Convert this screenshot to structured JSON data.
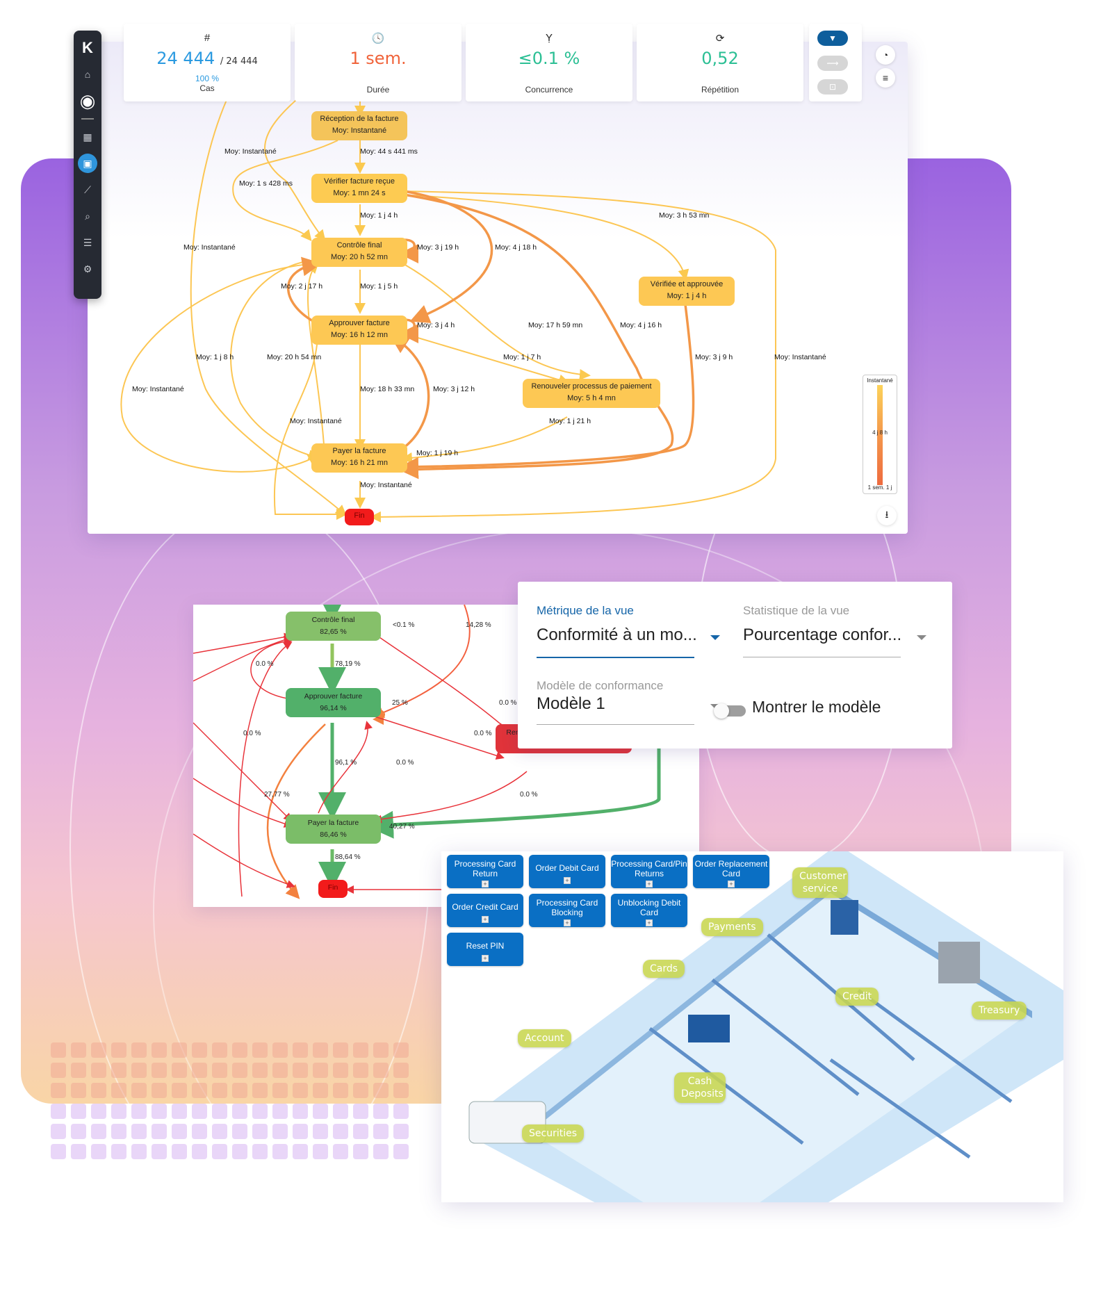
{
  "sidebar": {
    "logo": "K",
    "items": [
      {
        "icon": "tag-icon",
        "glyph": "⌂"
      },
      {
        "icon": "user-avatar-icon",
        "glyph": "◉"
      },
      {
        "icon": "dashboard-grid-icon",
        "glyph": "▦"
      },
      {
        "icon": "process-map-icon",
        "glyph": "▣",
        "active": true
      },
      {
        "icon": "trend-chart-icon",
        "glyph": "⟋"
      },
      {
        "icon": "analysis-icon",
        "glyph": "⌕"
      },
      {
        "icon": "list-icon",
        "glyph": "☰"
      },
      {
        "icon": "settings-gear-icon",
        "glyph": "⚙"
      }
    ]
  },
  "stats": {
    "cases": {
      "icon": "#",
      "value": "24 444",
      "total": "/ 24 444",
      "percent": "100 %",
      "label": "Cas",
      "color": "#2b9ae0"
    },
    "duration": {
      "icon": "🕓",
      "value": "1 sem.",
      "label": "Durée",
      "color": "#f0633a"
    },
    "concurrency": {
      "icon": "Ỵ",
      "value": "≤0.1 %",
      "label": "Concurrence",
      "color": "#2bbf94"
    },
    "repetition": {
      "icon": "⟳",
      "value": "0,52",
      "label": "Répétition",
      "color": "#2bbf94"
    }
  },
  "toolbar": {
    "filter_icon": "▼",
    "explore_icon": "⟿",
    "bookmark_icon": "⊡",
    "gauge_icon": "◔",
    "sliders_icon": "≡",
    "download_icon": "⭳"
  },
  "process_map": {
    "nodes": [
      {
        "id": "reception",
        "name": "Réception de la facture",
        "stat": "Moy: Instantané"
      },
      {
        "id": "verifier",
        "name": "Vérifier facture reçue",
        "stat": "Moy: 1 mn 24 s"
      },
      {
        "id": "controle",
        "name": "Contrôle final",
        "stat": "Moy: 20 h 52 mn"
      },
      {
        "id": "verifiee",
        "name": "Vérifiée et approuvée",
        "stat": "Moy: 1 j 4 h"
      },
      {
        "id": "approuver",
        "name": "Approuver facture",
        "stat": "Moy: 16 h 12 mn"
      },
      {
        "id": "renouveler",
        "name": "Renouveler processus de paiement",
        "stat": "Moy: 5 h 4 mn"
      },
      {
        "id": "payer",
        "name": "Payer la facture",
        "stat": "Moy: 16 h 21 mn"
      },
      {
        "id": "fin",
        "name": "Fin"
      }
    ],
    "edge_labels": [
      "Moy: Instantané",
      "Moy: 44 s 441 ms",
      "Moy: 1 s 428 ms",
      "Moy: 1 j 4 h",
      "Moy: 3 h 53 mn",
      "Moy: Instantané",
      "Moy: 3 j 19 h",
      "Moy: 4 j 18 h",
      "Moy: 2 j 17 h",
      "Moy: 1 j 5 h",
      "Moy: 3 j 4 h",
      "Moy: 17 h 59 mn",
      "Moy: 4 j 16 h",
      "Moy: 1 j 8 h",
      "Moy: 20 h 54 mn",
      "Moy: 1 j 7 h",
      "Moy: 3 j 9 h",
      "Moy: Instantané",
      "Moy: Instantané",
      "Moy: 18 h 33 mn",
      "Moy: 3 j 12 h",
      "Moy: Instantané",
      "Moy: 1 j 21 h",
      "Moy: 1 j 19 h",
      "Moy: Instantané"
    ],
    "legend": {
      "top": "Instantané",
      "mid": "4 j 8 h",
      "bottom": "1 sem. 1 j"
    }
  },
  "conformance_map": {
    "nodes": [
      {
        "name": "Contrôle final",
        "stat": "82,65 %",
        "color": "#86c06a"
      },
      {
        "name": "Approuver facture",
        "stat": "96,14 %",
        "color": "#52b06a"
      },
      {
        "name": "Renouveler processus de paiement",
        "stat": "0.0 %",
        "color": "#e0333a"
      },
      {
        "name": "Payer la facture",
        "stat": "86,46 %",
        "color": "#7bbd68"
      },
      {
        "name": "Fin",
        "color": "#f21b1b"
      }
    ],
    "edge_labels": [
      "<0.1 %",
      "14,28 %",
      "0.0 %",
      "78,19 %",
      "25 %",
      "0.0 %",
      "0.0 %",
      "0.0 %",
      "96,1 %",
      "0.0 %",
      "27,77 %",
      "0.0 %",
      "40,27 %",
      "88,64 %"
    ]
  },
  "settings": {
    "metric_label": "Métrique de la vue",
    "metric_value": "Conformité à un mo...",
    "statistic_label": "Statistique de la vue",
    "statistic_value": "Pourcentage confor...",
    "model_label": "Modèle de conformance",
    "model_value": "Modèle 1",
    "show_model_label": "Montrer le modèle",
    "show_model_on": false
  },
  "bank": {
    "services": [
      "Processing Card Return",
      "Order Debit Card",
      "Processing Card/Pin Returns",
      "Order Replacement Card",
      "Order Credit Card",
      "Processing Card Blocking",
      "Unblocking Debit Card",
      "Reset PIN"
    ],
    "plus": "+",
    "zones": [
      "Customer service",
      "Payments",
      "Cards",
      "Credit",
      "Treasury",
      "Account",
      "Cash Deposits",
      "Securities"
    ]
  }
}
